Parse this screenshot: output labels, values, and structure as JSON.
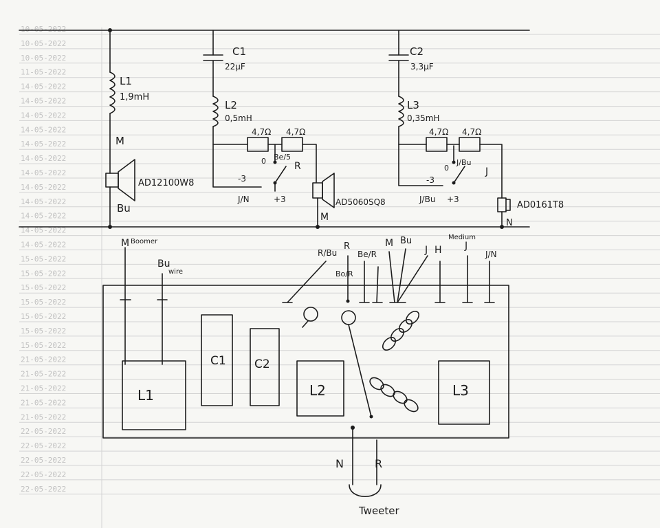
{
  "background_sheet": {
    "row_dates": [
      "10-05-2022",
      "10-05-2022",
      "10-05-2022",
      "11-05-2022",
      "14-05-2022",
      "14-05-2022",
      "14-05-2022",
      "14-05-2022",
      "14-05-2022",
      "14-05-2022",
      "14-05-2022",
      "14-05-2022",
      "14-05-2022",
      "14-05-2022",
      "14-05-2022",
      "14-05-2022",
      "15-05-2022",
      "15-05-2022",
      "15-05-2022",
      "15-05-2022",
      "15-05-2022",
      "15-05-2022",
      "15-05-2022",
      "21-05-2022",
      "21-05-2022",
      "21-05-2022",
      "21-05-2022",
      "21-05-2022",
      "22-05-2022",
      "22-05-2022",
      "22-05-2022",
      "22-05-2022",
      "22-05-2022"
    ],
    "row_text_color": "#c2c2c2",
    "ruled_line_color": "#d3d3d3"
  },
  "schematic": {
    "c1": {
      "name": "C1",
      "value": "22µF"
    },
    "c2": {
      "name": "C2",
      "value": "3,3µF"
    },
    "l1": {
      "name": "L1",
      "value": "1,9mH"
    },
    "l2": {
      "name": "L2",
      "value": "0,5mH"
    },
    "l3": {
      "name": "L3",
      "value": "0,35mH"
    },
    "mid_res_a": "4,7Ω",
    "mid_res_b": "4,7Ω",
    "tw_res_a": "4,7Ω",
    "tw_res_b": "4,7Ω",
    "woofer_m_label": "M",
    "woofer_model": "AD12100W8",
    "woofer_bu_label": "Bu",
    "mid_switch_0": "0",
    "mid_switch_wire": "Be/5",
    "mid_switch_r": "R",
    "mid_switch_minus3": "-3",
    "mid_switch_plus3": "+3",
    "mid_switch_jn": "J/N",
    "mid_model": "AD5060SQ8",
    "mid_m_label": "M",
    "tw_switch_0": "0",
    "tw_switch_wire": "J/Bu",
    "tw_switch_j": "J",
    "tw_switch_minus3": "-3",
    "tw_switch_plus3": "+3",
    "tw_switch_jbu": "J/Bu",
    "tw_model": "AD0161T8",
    "tw_n_label": "N"
  },
  "board": {
    "woofer_m": "M",
    "woofer_m_note": "Boomer",
    "woofer_bu": "Bu",
    "woofer_bu_note": "wire",
    "wire_rbu": "R/Bu",
    "wire_r": "R",
    "wire_ber": "Be/R",
    "wire_bor": "Bo/R",
    "wire_m": "M",
    "wire_bu": "Bu",
    "wire_j": "J",
    "wire_h": "H",
    "wire_medium_note": "Medium",
    "wire_j2": "J",
    "wire_jn": "J/N",
    "block_l1": "L1",
    "block_c1": "C1",
    "block_c2": "C2",
    "block_l2": "L2",
    "block_l3": "L3",
    "tw_n": "N",
    "tw_r": "R",
    "tweeter_label": "Tweeter"
  }
}
